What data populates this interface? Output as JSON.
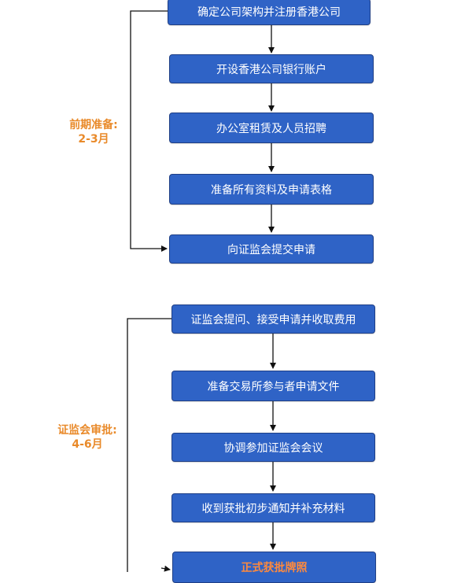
{
  "phase1": {
    "label": "前期准备:",
    "duration": "2-3月",
    "steps": [
      "确定公司架构并注册香港公司",
      "开设香港公司银行账户",
      "办公室租赁及人员招聘",
      "准备所有资料及申请表格",
      "向证监会提交申请"
    ]
  },
  "phase2": {
    "label": "证监会审批:",
    "duration": "4-6月",
    "steps": [
      "证监会提问、接受申请并收取费用",
      "准备交易所参与者申请文件",
      "协调参加证监会会议",
      "收到获批初步通知并补充材料",
      "正式获批牌照"
    ]
  },
  "colors": {
    "box_fill": "#2f63c6",
    "box_border": "#1f3f86",
    "phase_label": "#e98a2a",
    "final_step_text": "#ff8a3d"
  }
}
